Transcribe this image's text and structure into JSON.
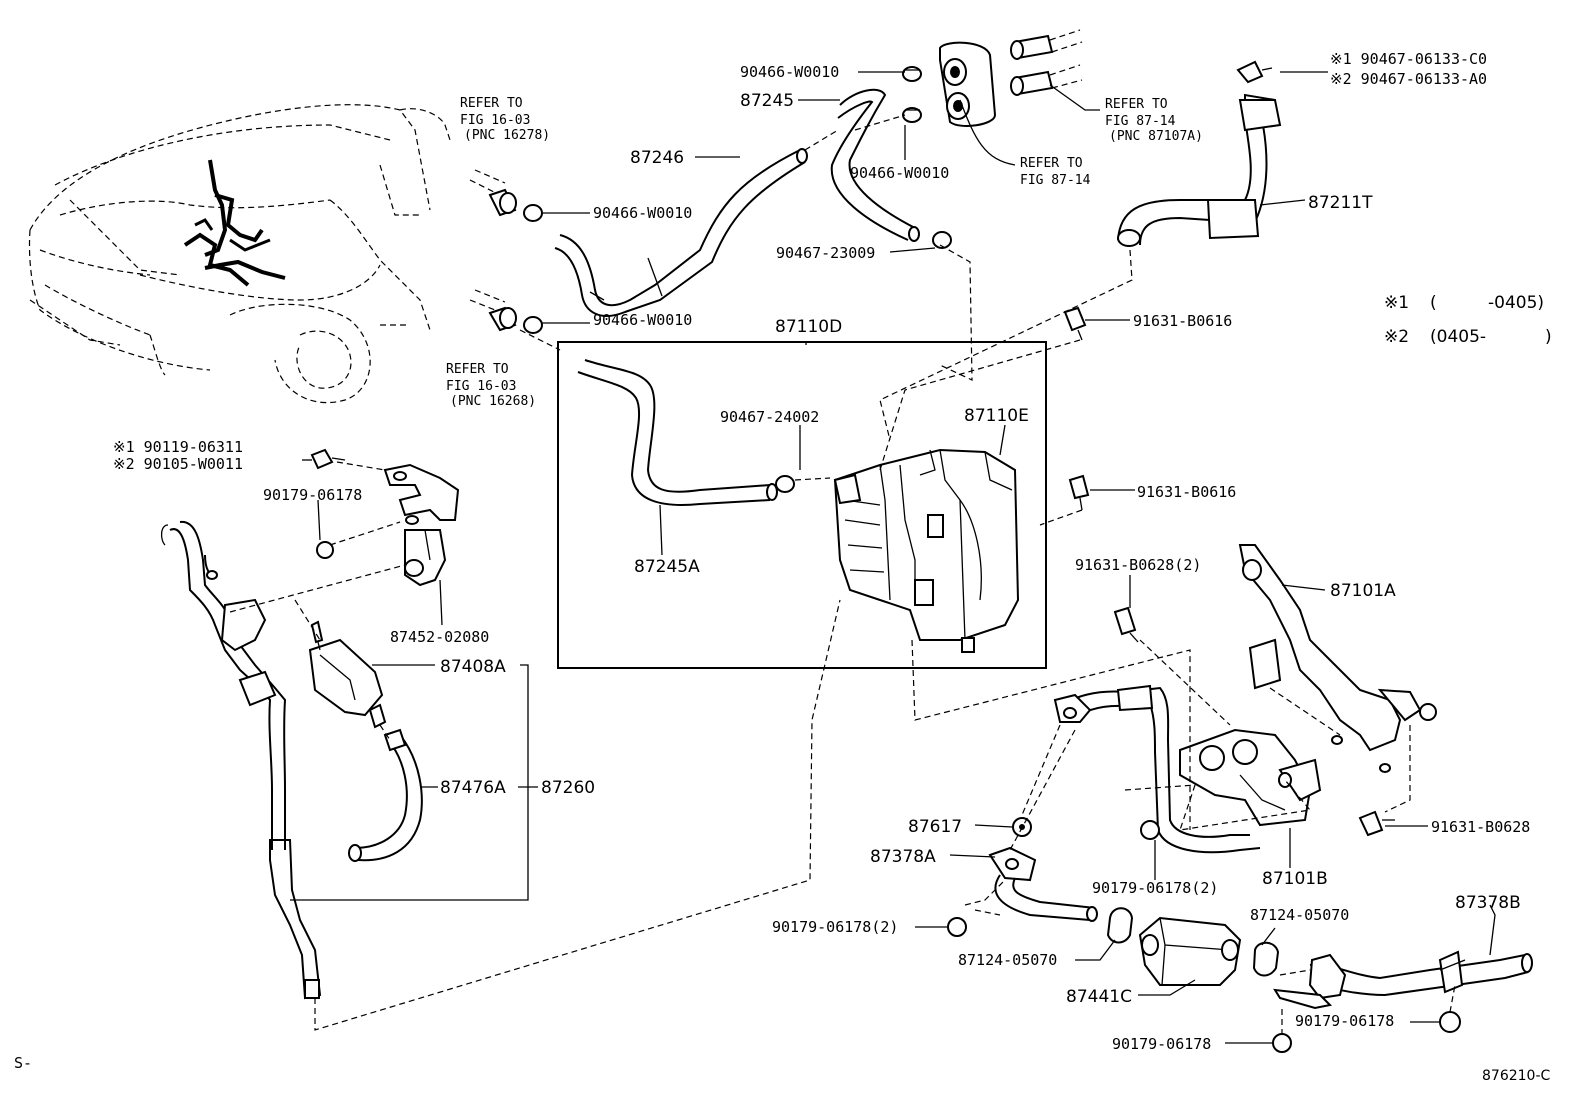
{
  "labels": {
    "p90466_w0010_a": "90466-W0010",
    "p87245": "87245",
    "p87246": "87246",
    "p90466_w0010_b": "90466-W0010",
    "p90466_w0010_c": "90466-W0010",
    "p90466_w0010_d": "90466-W0010",
    "p90467_23009": "90467-23009",
    "p87110d": "87110D",
    "p87110e": "87110E",
    "p90467_24002": "90467-24002",
    "p87245a": "87245A",
    "p87211t": "87211T",
    "p91631_b0616_a": "91631-B0616",
    "p91631_b0616_b": "91631-B0616",
    "p91631_b0628_2": "91631-B0628(2)",
    "p87101a": "87101A",
    "p91631_b0628": "91631-B0628",
    "p87101b": "87101B",
    "p90179_06178_2_a": "90179-06178(2)",
    "p87617": "87617",
    "p87378a": "87378A",
    "p90179_06178_2_b": "90179-06178(2)",
    "p87124_05070_a": "87124-05070",
    "p87124_05070_b": "87124-05070",
    "p87441c": "87441C",
    "p87378b": "87378B",
    "p90179_06178_a": "90179-06178",
    "p90179_06178_b": "90179-06178",
    "p90179_06178_c": "90179-06178",
    "p87452_02080": "87452-02080",
    "p87408a": "87408A",
    "p87476a": "87476A",
    "p87260": "87260",
    "p90119_06311": "※1 90119-06311",
    "p90105_w0011": "※2 90105-W0011",
    "p90467_06133_c0": "※1 90467-06133-C0",
    "p90467_06133_a0": "※2 90467-06133-A0"
  },
  "refer_notes": {
    "fig16_03_a": [
      "REFER TO",
      "FIG 16-03",
      "(PNC 16278)"
    ],
    "fig16_03_b": [
      "REFER TO",
      "FIG 16-03",
      "(PNC 16268)"
    ],
    "fig87_14_a": [
      "REFER TO",
      "FIG 87-14",
      "(PNC 87107A)"
    ],
    "fig87_14_b": [
      "REFER TO",
      "FIG 87-14"
    ]
  },
  "legend": {
    "note1_mark": "※1",
    "note1_open": "(",
    "note1_range": "-0405)",
    "note2_mark": "※2",
    "note2_range": "(0405-",
    "note2_close": ")"
  },
  "footer": {
    "left_mark": "S-",
    "diagram_code": "876210-C"
  }
}
